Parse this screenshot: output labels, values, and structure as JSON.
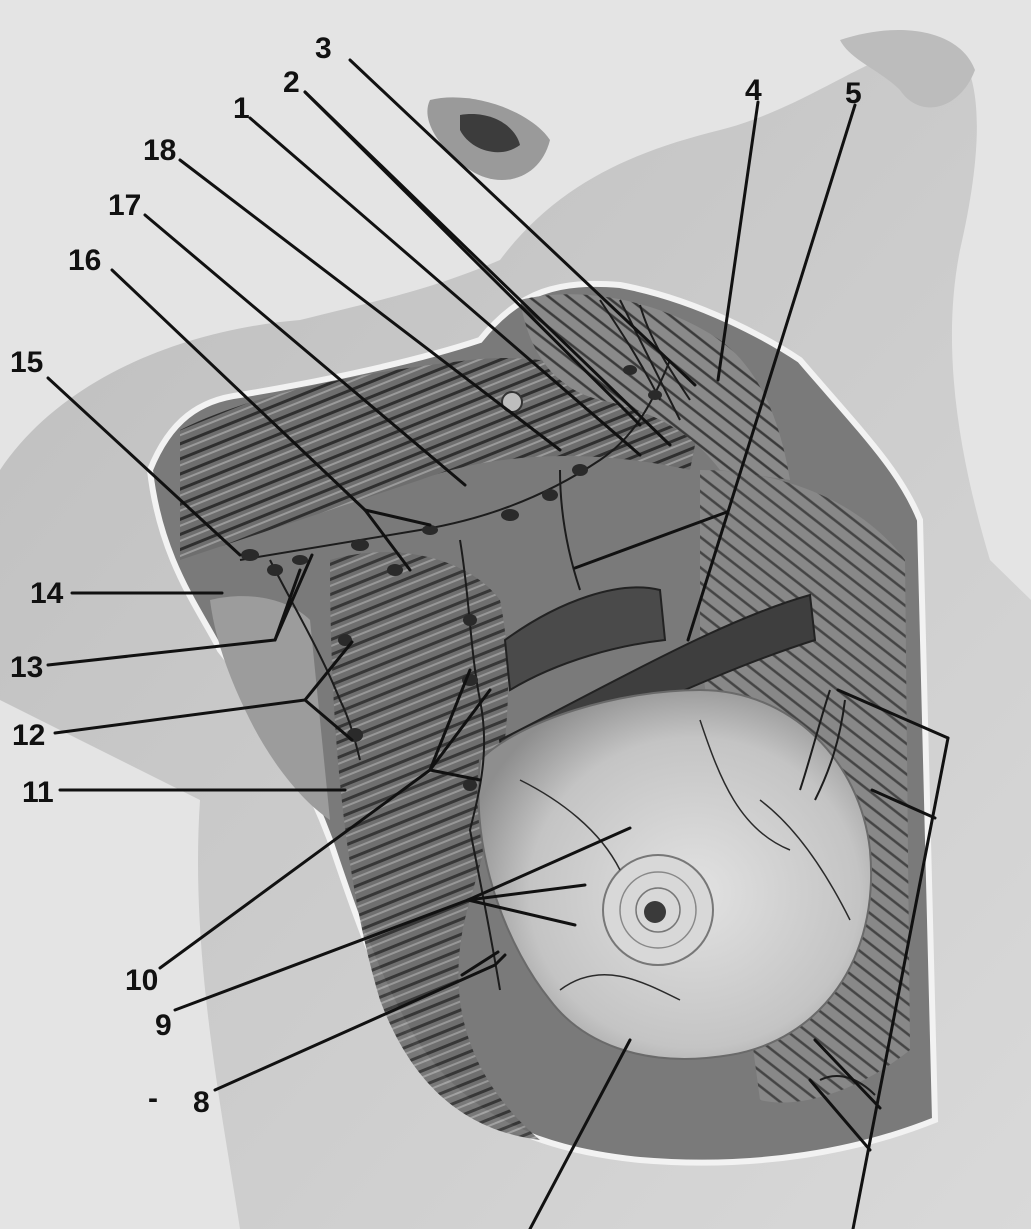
{
  "figure": {
    "labels": [
      "1",
      "2",
      "3",
      "4",
      "5",
      "8",
      "9",
      "10",
      "11",
      "12",
      "13",
      "14",
      "15",
      "16",
      "17",
      "18"
    ],
    "stray_mark": "-"
  },
  "colors": {
    "background": "#e4e4e4",
    "ink": "#111111",
    "skin_light": "#d2d2d2",
    "skin_mid": "#a8a8a8",
    "muscle_dark": "#555555",
    "breast": "#c9c9c9"
  }
}
